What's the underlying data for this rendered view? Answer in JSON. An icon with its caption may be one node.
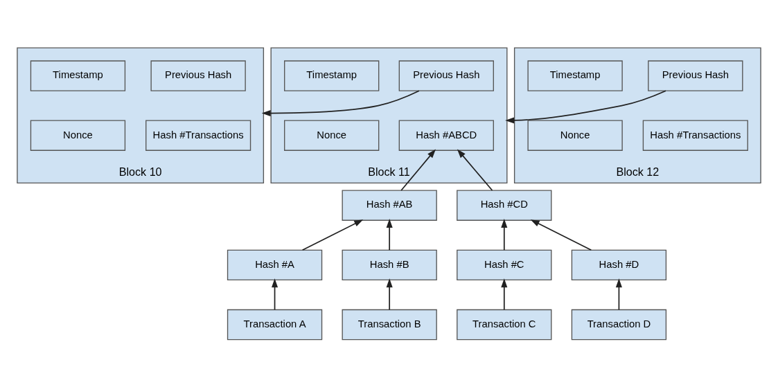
{
  "diagram": {
    "nodes": [
      {
        "text": [
          "Block 10"
        ]
      },
      {
        "text": [
          "Previous Hash"
        ],
        "in": 0
      },
      {
        "text": [
          "Timestamp"
        ],
        "in": 0
      },
      {
        "text": [
          "Hash #Transactions"
        ],
        "in": 0
      },
      {
        "text": [
          "Nonce"
        ],
        "in": 0
      },
      {
        "text": [
          "Block 11"
        ]
      },
      {
        "text": [
          "Previous Hash"
        ],
        "in": 5
      },
      {
        "text": [
          "Timestamp"
        ],
        "in": 5
      },
      {
        "text": [
          "Hash #ABCD"
        ],
        "in": 5
      },
      {
        "text": [
          "Nonce"
        ],
        "in": 5
      },
      {
        "text": [
          "Block 12"
        ]
      },
      {
        "text": [
          "Previous Hash"
        ],
        "in": 10
      },
      {
        "text": [
          "Timestamp"
        ],
        "in": 10
      },
      {
        "text": [
          "Hash #Transactions"
        ],
        "in": 10
      },
      {
        "text": [
          "Nonce"
        ],
        "in": 10
      },
      {
        "text": [
          "Hash #AB"
        ]
      },
      {
        "text": [
          "Hash #CD"
        ]
      },
      {
        "text": [
          "Hash #A"
        ]
      },
      {
        "text": [
          "Hash #B"
        ]
      },
      {
        "text": [
          "Hash #C"
        ]
      },
      {
        "text": [
          "Hash #D"
        ]
      },
      {
        "text": [
          "Transaction A"
        ]
      },
      {
        "text": [
          "Transaction B"
        ]
      },
      {
        "text": [
          "Transaction C"
        ]
      },
      {
        "text": [
          "Transaction D"
        ]
      }
    ],
    "edges": [
      {
        "from": 6,
        "to": 0,
        "arrow": "to"
      },
      {
        "from": 11,
        "to": 5,
        "arrow": "to"
      },
      {
        "from": 15,
        "to": 8,
        "arrow": "to"
      },
      {
        "from": 16,
        "to": 8,
        "arrow": "to"
      },
      {
        "from": 17,
        "to": 15,
        "arrow": "to"
      },
      {
        "from": 18,
        "to": 15,
        "arrow": "to"
      },
      {
        "from": 19,
        "to": 16,
        "arrow": "to"
      },
      {
        "from": 20,
        "to": 16,
        "arrow": "to"
      },
      {
        "from": 21,
        "to": 17,
        "arrow": "to"
      },
      {
        "from": 22,
        "to": 18,
        "arrow": "to"
      },
      {
        "from": 23,
        "to": 19,
        "arrow": "to"
      },
      {
        "from": 24,
        "to": 20,
        "arrow": "to"
      }
    ]
  }
}
